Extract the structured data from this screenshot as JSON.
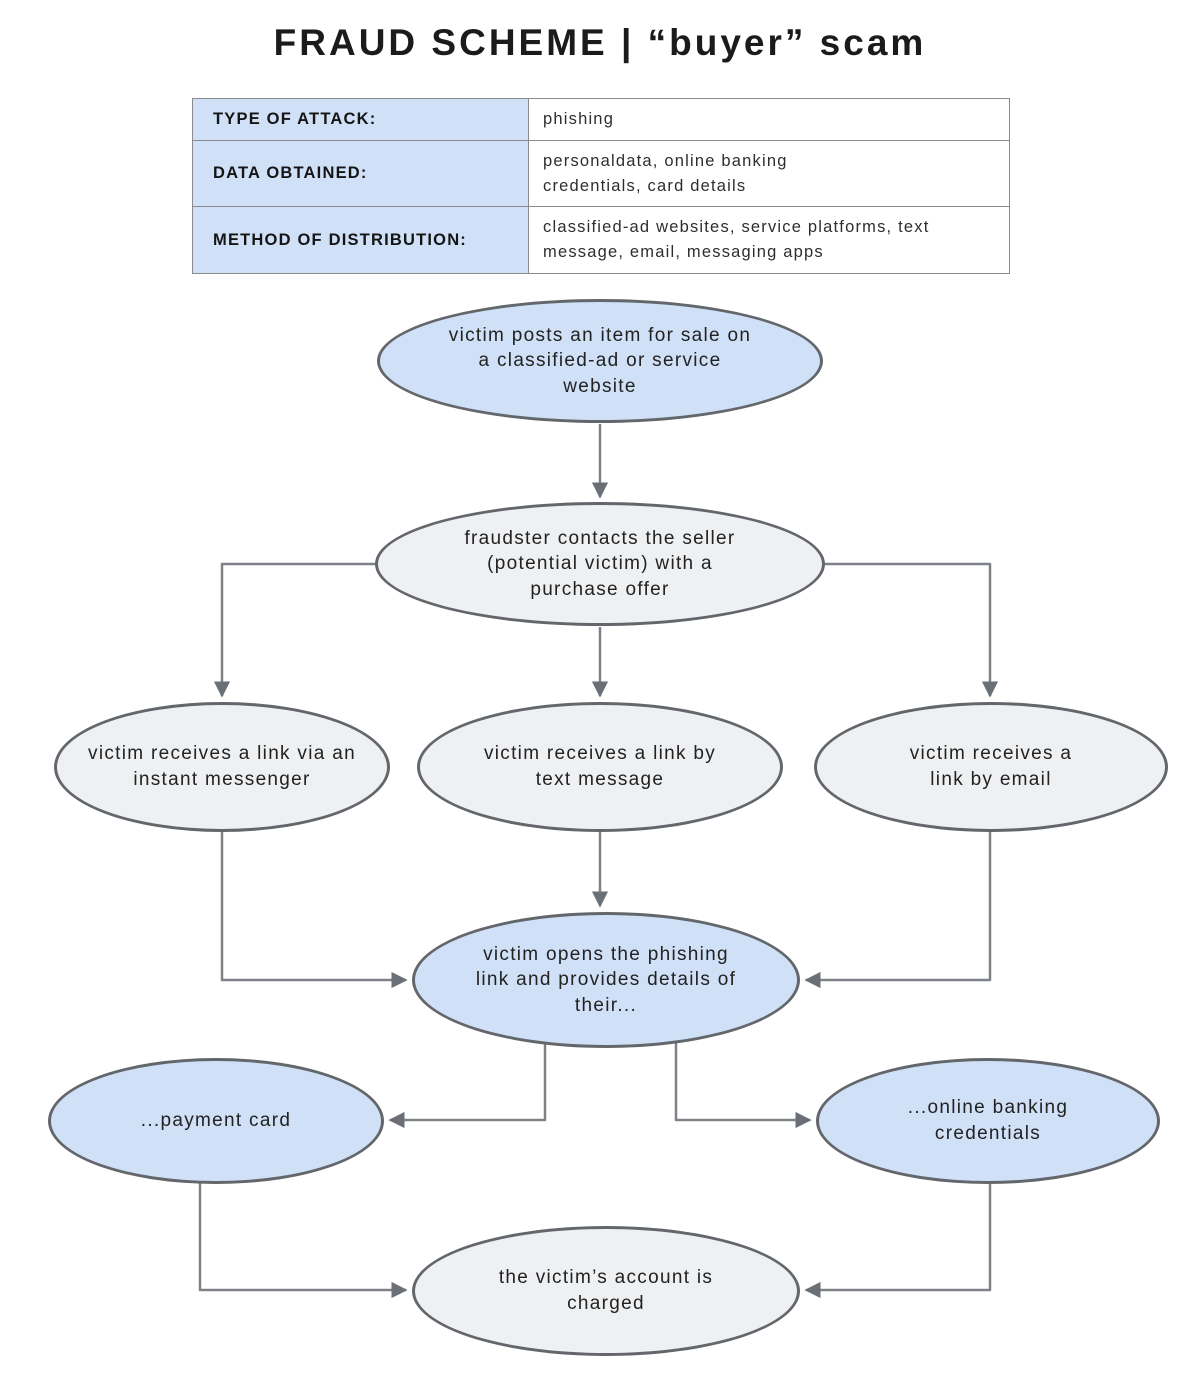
{
  "title": "FRAUD SCHEME | “buyer” scam",
  "info_table": {
    "rows": [
      {
        "label": "TYPE OF ATTACK:",
        "value": "phishing"
      },
      {
        "label": "DATA OBTAINED:",
        "value": "personaldata, online banking credentials, card details"
      },
      {
        "label": "METHOD OF DISTRIBUTION:",
        "value": "classified-ad websites, service platforms, text message, email, messaging apps"
      }
    ]
  },
  "flowchart": {
    "nodes": [
      {
        "id": "posts-item",
        "variant": "blue",
        "label": "victim posts an item for sale on a classified-ad or service website"
      },
      {
        "id": "fraudster-contact",
        "variant": "gray",
        "label": "fraudster contacts the seller (potential victim) with a purchase offer"
      },
      {
        "id": "link-instant-messenger",
        "variant": "gray",
        "label": "victim receives a link via an instant messenger"
      },
      {
        "id": "link-text-message",
        "variant": "gray",
        "label": "victim receives a link by text message"
      },
      {
        "id": "link-email",
        "variant": "gray",
        "label": "victim receives a link by email"
      },
      {
        "id": "opens-phishing-link",
        "variant": "blue",
        "label": "victim opens the phishing link and provides details of their..."
      },
      {
        "id": "payment-card",
        "variant": "blue",
        "label": "...payment card"
      },
      {
        "id": "online-banking-credentials",
        "variant": "blue",
        "label": "...online banking credentials"
      },
      {
        "id": "account-charged",
        "variant": "gray",
        "label": "the victim’s account is charged"
      }
    ],
    "edges": [
      "posts-item -> fraudster-contact",
      "fraudster-contact -> link-instant-messenger",
      "fraudster-contact -> link-text-message",
      "fraudster-contact -> link-email",
      "link-instant-messenger -> opens-phishing-link",
      "link-text-message -> opens-phishing-link",
      "link-email -> opens-phishing-link",
      "opens-phishing-link -> payment-card",
      "opens-phishing-link -> online-banking-credentials",
      "payment-card -> account-charged",
      "online-banking-credentials -> account-charged"
    ]
  },
  "colors": {
    "node_blue_fill": "#cfe0f7",
    "node_gray_fill": "#eff0f2",
    "node_border": "#63666b",
    "connector": "#7e8187",
    "arrowhead": "#6b7076",
    "table_label_bg": "#cfe0f7",
    "table_border": "#8a8a8a"
  }
}
